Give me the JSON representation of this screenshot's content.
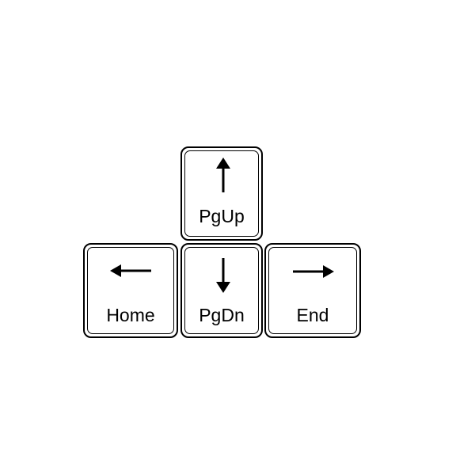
{
  "keys": {
    "up": {
      "label": "PgUp",
      "icon": "arrow-up-icon"
    },
    "left": {
      "label": "Home",
      "icon": "arrow-left-icon"
    },
    "down": {
      "label": "PgDn",
      "icon": "arrow-down-icon"
    },
    "right": {
      "label": "End",
      "icon": "arrow-right-icon"
    }
  },
  "colors": {
    "ink": "#000000",
    "background": "#ffffff"
  }
}
